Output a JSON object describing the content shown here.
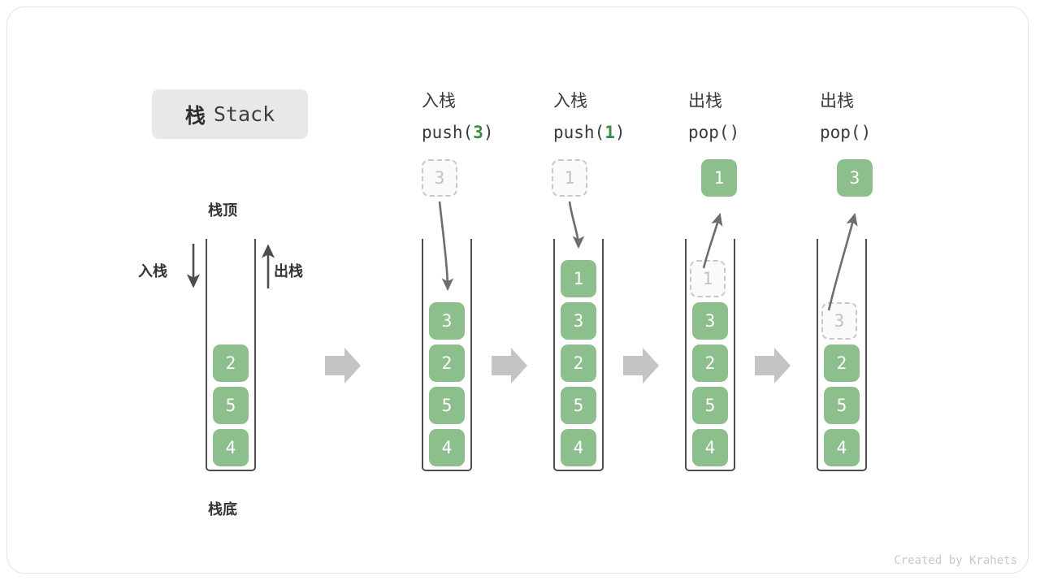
{
  "figure": {
    "title_cn": "栈",
    "title_en": "Stack",
    "credit": "Created by Krahets",
    "labels": {
      "top": "栈顶",
      "bottom": "栈底",
      "push": "入栈",
      "pop": "出栈"
    },
    "colors": {
      "cell_fill": "#8cbf8c",
      "cell_text": "#ffffff",
      "ghost_fill": "#fafafa",
      "ghost_border": "#c8c8c8",
      "ghost_text": "#c2c2c2",
      "container_border": "#4d4d4d",
      "arrow_gray": "#6e6e6e",
      "block_arrow": "#c4c4c4",
      "badge_bg": "#e8e8e8",
      "code_accent": "#3c8b46",
      "text": "#333333",
      "credit": "#c9c9c9"
    }
  },
  "columns": [
    {
      "id": "initial",
      "header_cn": "",
      "header_code": "",
      "code_arg": "",
      "stack": [
        "2",
        "5",
        "4"
      ],
      "ghost_in_stack": null,
      "floating_cell": null,
      "floating_kind": null
    },
    {
      "id": "push-3",
      "header_cn": "入栈",
      "header_code_prefix": "push(",
      "code_arg": "3",
      "header_code_suffix": ")",
      "stack": [
        "3",
        "2",
        "5",
        "4"
      ],
      "ghost_in_stack": null,
      "floating_cell": "3",
      "floating_kind": "ghost"
    },
    {
      "id": "push-1",
      "header_cn": "入栈",
      "header_code_prefix": "push(",
      "code_arg": "1",
      "header_code_suffix": ")",
      "stack": [
        "1",
        "3",
        "2",
        "5",
        "4"
      ],
      "ghost_in_stack": null,
      "floating_cell": "1",
      "floating_kind": "ghost"
    },
    {
      "id": "pop-1",
      "header_cn": "出栈",
      "header_code_prefix": "pop(",
      "code_arg": "",
      "header_code_suffix": ")",
      "stack": [
        "3",
        "2",
        "5",
        "4"
      ],
      "ghost_in_stack": "1",
      "floating_cell": "1",
      "floating_kind": "solid"
    },
    {
      "id": "pop-3",
      "header_cn": "出栈",
      "header_code_prefix": "pop(",
      "code_arg": "",
      "header_code_suffix": ")",
      "stack": [
        "2",
        "5",
        "4"
      ],
      "ghost_in_stack": "3",
      "floating_cell": "3",
      "floating_kind": "solid"
    }
  ],
  "chart_data": {
    "type": "diagram",
    "title": "栈 Stack",
    "description": "Stack push/pop operation sequence diagram",
    "steps": [
      {
        "op": "initial",
        "contents_top_to_bottom": [
          "2",
          "5",
          "4"
        ]
      },
      {
        "op": "push(3)",
        "contents_top_to_bottom": [
          "3",
          "2",
          "5",
          "4"
        ]
      },
      {
        "op": "push(1)",
        "contents_top_to_bottom": [
          "1",
          "3",
          "2",
          "5",
          "4"
        ]
      },
      {
        "op": "pop()",
        "returns": "1",
        "contents_top_to_bottom": [
          "3",
          "2",
          "5",
          "4"
        ]
      },
      {
        "op": "pop()",
        "returns": "3",
        "contents_top_to_bottom": [
          "2",
          "5",
          "4"
        ]
      }
    ]
  }
}
